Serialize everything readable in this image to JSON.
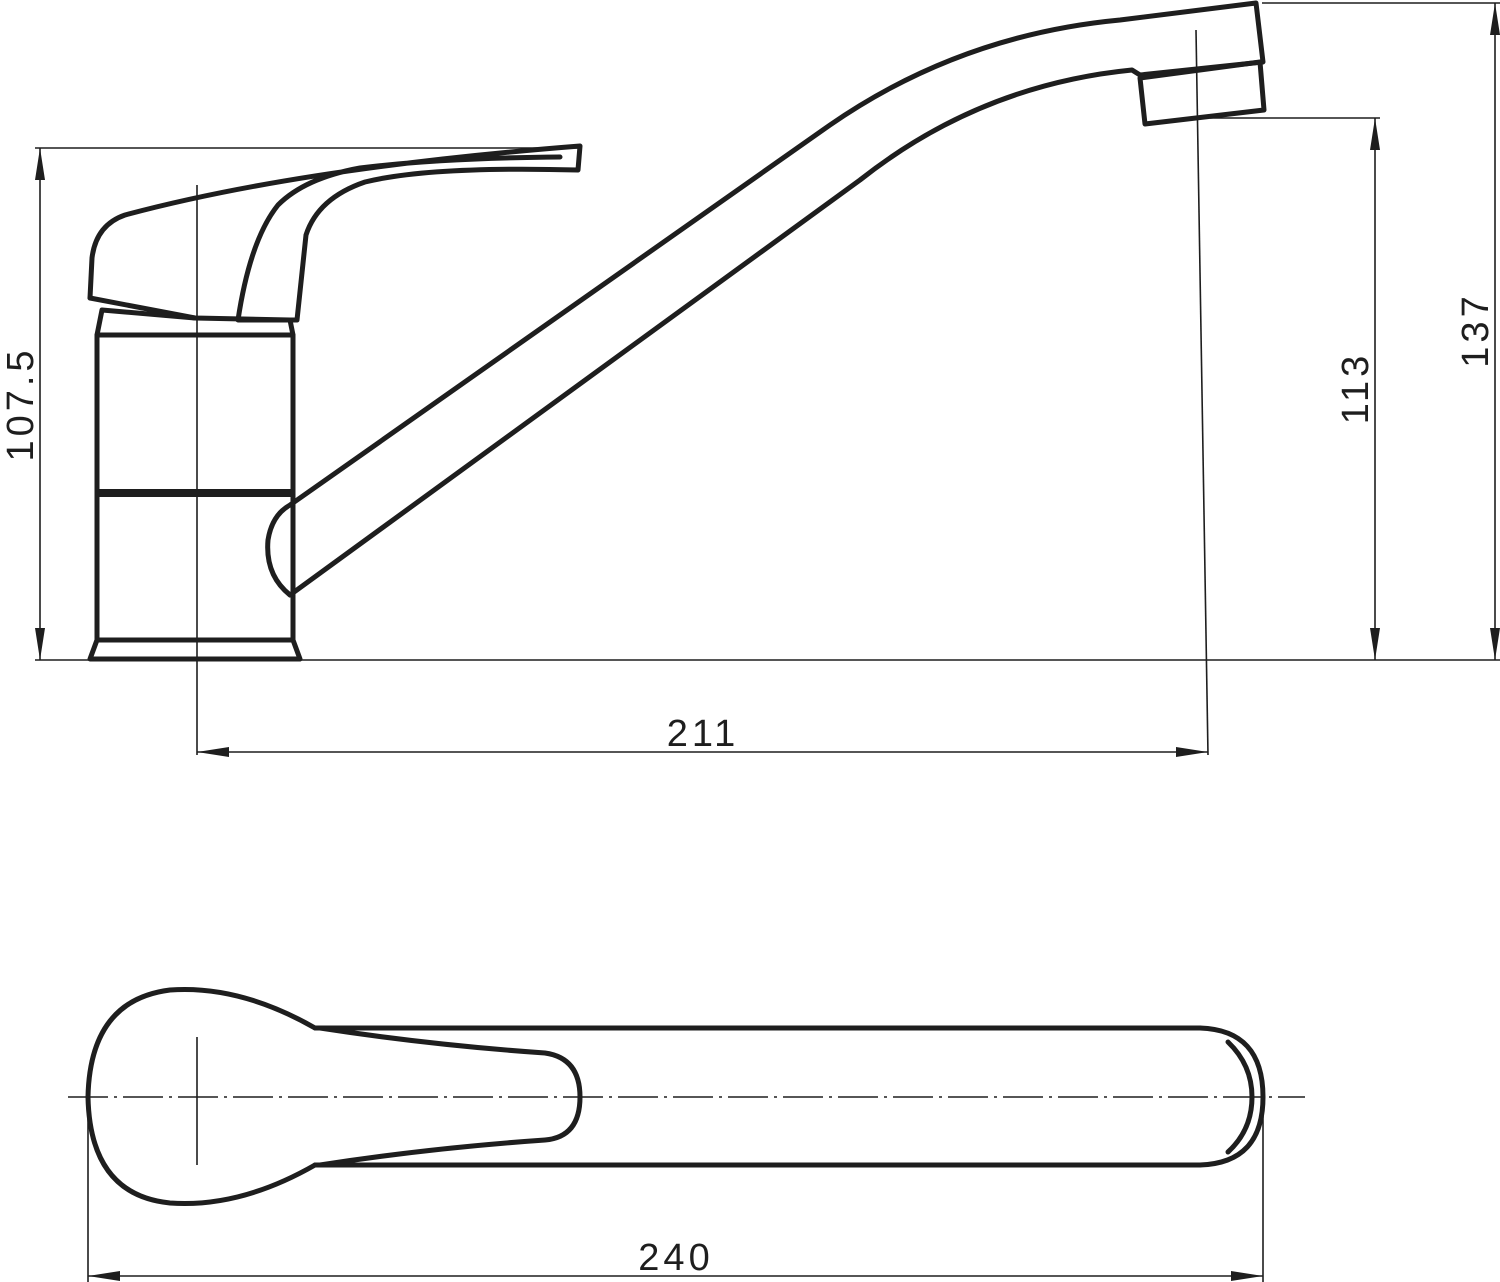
{
  "drawing": {
    "side_view": {
      "dimensions": {
        "body_height": "107.5",
        "spout_reach": "211",
        "spout_outlet_height": "113",
        "total_height": "137"
      }
    },
    "top_view": {
      "dimensions": {
        "total_length": "240"
      }
    }
  }
}
